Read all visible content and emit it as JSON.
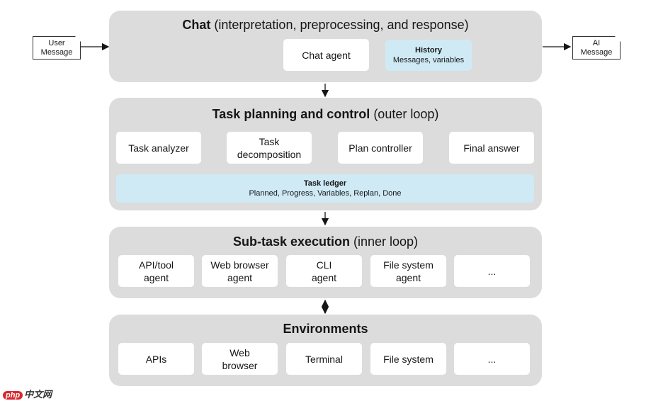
{
  "inputs": {
    "user_message": "User\nMessage",
    "ai_message": "AI\nMessage"
  },
  "chat": {
    "title_bold": "Chat",
    "title_rest": " (interpretation, preprocessing, and response)",
    "agent": "Chat agent",
    "history_title": "History",
    "history_sub": "Messages, variables"
  },
  "planning": {
    "title_bold": "Task planning and control",
    "title_rest": " (outer loop)",
    "steps": [
      "Task analyzer",
      "Task\ndecomposition",
      "Plan controller",
      "Final answer"
    ],
    "ledger_title": "Task ledger",
    "ledger_sub": "Planned, Progress, Variables, Replan, Done"
  },
  "execution": {
    "title_bold": "Sub-task execution",
    "title_rest": " (inner loop)",
    "agents": [
      "API/tool\nagent",
      "Web browser\nagent",
      "CLI\nagent",
      "File system\nagent",
      "..."
    ]
  },
  "environments": {
    "title_bold": "Environments",
    "items": [
      "APIs",
      "Web\nbrowser",
      "Terminal",
      "File system",
      "..."
    ]
  },
  "watermark": {
    "logo": "php",
    "text": "中文网"
  }
}
